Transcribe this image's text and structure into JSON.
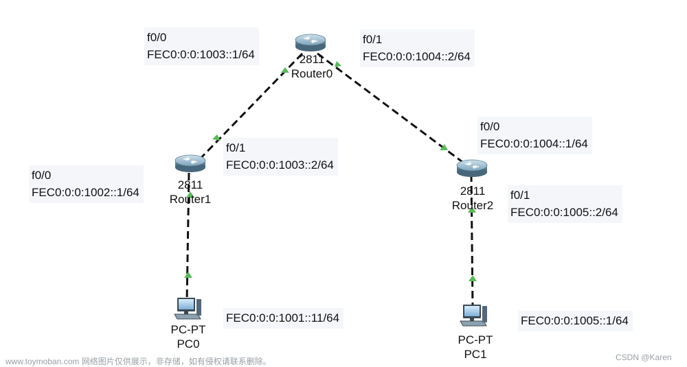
{
  "devices": {
    "router0": {
      "model": "2811",
      "name": "Router0"
    },
    "router1": {
      "model": "2811",
      "name": "Router1"
    },
    "router2": {
      "model": "2811",
      "name": "Router2"
    },
    "pc0": {
      "model": "PC-PT",
      "name": "PC0"
    },
    "pc1": {
      "model": "PC-PT",
      "name": "PC1"
    }
  },
  "labels": {
    "r0_f00": {
      "iface": "f0/0",
      "addr": "FEC0:0:0:1003::1/64"
    },
    "r0_f01": {
      "iface": "f0/1",
      "addr": "FEC0:0:0:1004::2/64"
    },
    "r1_f01": {
      "iface": "f0/1",
      "addr": "FEC0:0:0:1003::2/64"
    },
    "r1_f00": {
      "iface": "f0/0",
      "addr": "FEC0:0:0:1002::1/64"
    },
    "r2_f00": {
      "iface": "f0/0",
      "addr": "FEC0:0:0:1004::1/64"
    },
    "r2_f01": {
      "iface": "f0/1",
      "addr": "FEC0:0:0:1005::2/64"
    },
    "pc0_addr": "FEC0:0:0:1001::11/64",
    "pc1_addr": "FEC0:0:0:1005::1/64"
  },
  "watermarks": {
    "left": "www.toymoban.com 网络图片仅供展示，非存储，如有侵权请联系删除。",
    "right": "CSDN @Karen"
  },
  "colors": {
    "link": "#111111",
    "link_up": "#5cb85c",
    "label_bg": "#f4f6fa",
    "router_body": "#6f93a8"
  }
}
